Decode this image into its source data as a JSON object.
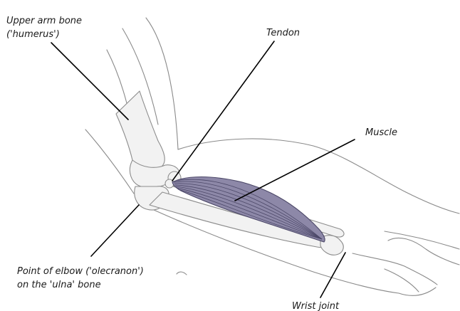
{
  "diagram": {
    "labels": {
      "humerus_line1": "Upper arm bone",
      "humerus_line2": "('humerus')",
      "tendon": "Tendon",
      "muscle": "Muscle",
      "olecranon_line1": "Point of elbow ('olecranon')",
      "olecranon_line2": "on the 'ulna' bone",
      "wrist": "Wrist joint"
    },
    "colors": {
      "muscle_fill": "#8d88a8",
      "muscle_stroke": "#4c4868",
      "outline": "#8a8a8a",
      "bone_fill": "#f2f2f2",
      "label_text": "#1a1a1a",
      "leader_line": "#000000"
    }
  }
}
